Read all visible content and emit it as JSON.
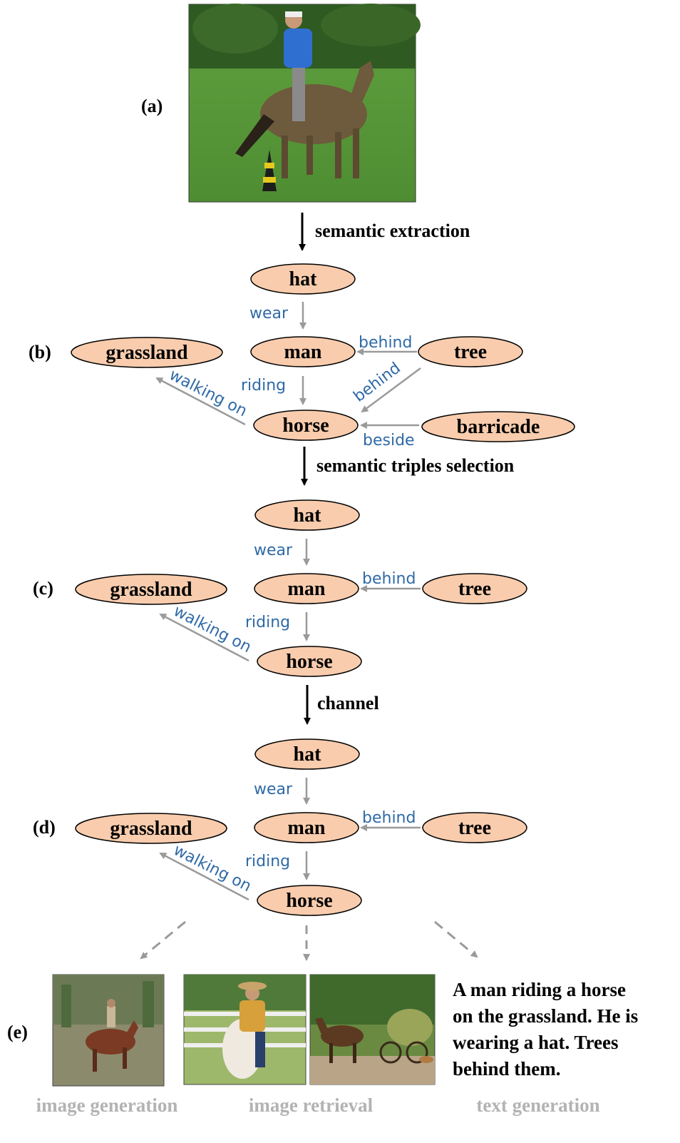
{
  "panels": {
    "a": "(a)",
    "b": "(b)",
    "c": "(c)",
    "d": "(d)",
    "e": "(e)"
  },
  "steps": {
    "extraction": "semantic extraction",
    "selection": "semantic triples selection",
    "channel": "channel"
  },
  "nodes": {
    "hat": "hat",
    "man": "man",
    "grassland": "grassland",
    "tree": "tree",
    "horse": "horse",
    "barricade": "barricade"
  },
  "relations": {
    "wear": "wear",
    "behind": "behind",
    "riding": "riding",
    "walking_on": "walking on",
    "beside": "beside"
  },
  "outputs": {
    "image_generation": "image generation",
    "image_retrieval": "image retrieval",
    "text_generation": "text generation",
    "caption_lines": [
      "A man riding a horse",
      "on the grassland. He is",
      "wearing a hat. Trees",
      "behind them."
    ]
  },
  "colors": {
    "node_fill": "#f8ccad",
    "edge_gray": "#9a9a9a",
    "relation_blue": "#2f6aa6",
    "output_gray": "#b3b3b3"
  }
}
